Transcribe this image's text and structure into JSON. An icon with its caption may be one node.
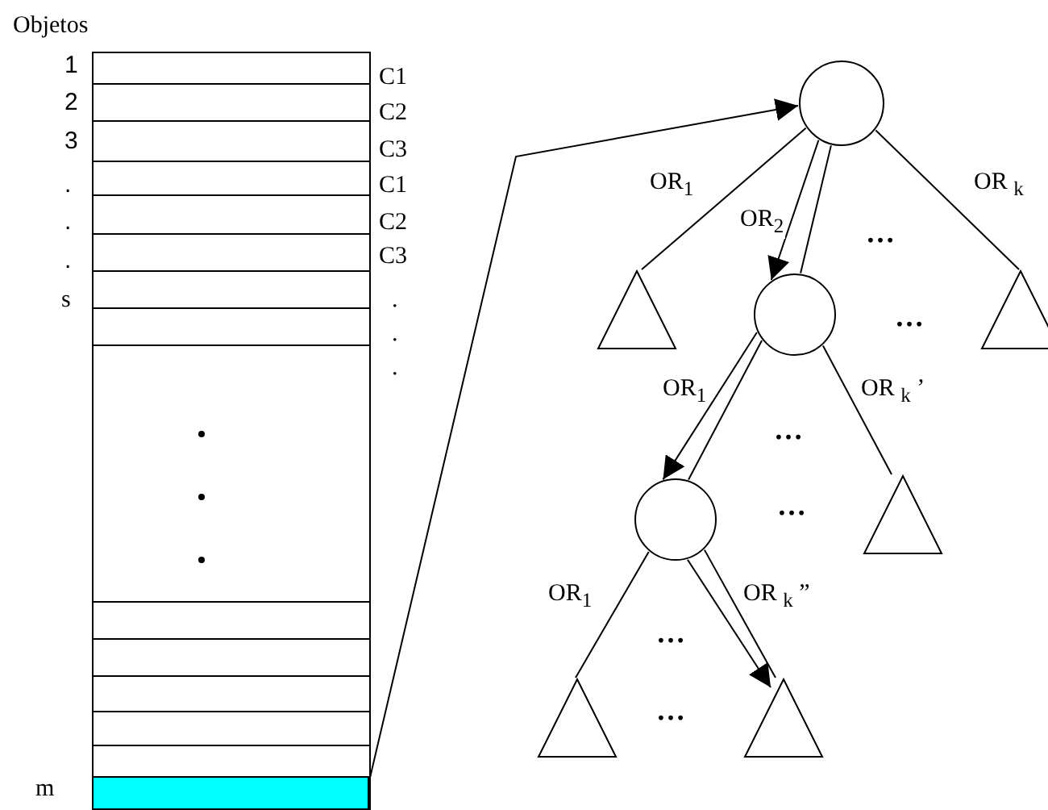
{
  "diagram": {
    "nodes": [
      {
        "text": [
          "Objetos"
        ]
      },
      {
        "text": [],
        "shape": "bar",
        "in": 0,
        "beside": [
          "m"
        ]
      },
      {
        "text": [],
        "shape": "circle"
      },
      {
        "text": [],
        "shape": "circle"
      },
      {
        "text": [],
        "shape": "circle"
      },
      {
        "text": [],
        "shape": "triangle"
      },
      {
        "text": [],
        "shape": "triangle"
      },
      {
        "text": [],
        "shape": "triangle"
      },
      {
        "text": [],
        "shape": "triangle"
      },
      {
        "text": [],
        "shape": "triangle"
      }
    ],
    "edges": [
      {
        "from": 1,
        "to": 2,
        "arrow": "to"
      },
      {
        "from": 2,
        "to": 5,
        "arrow": "none",
        "label": "OR$_{1}$"
      },
      {
        "from": 2,
        "to": 3,
        "arrow": "none"
      },
      {
        "from": 2,
        "to": 3,
        "arrow": "to",
        "label": "OR$_{2}$"
      },
      {
        "from": 2,
        "to": 6,
        "arrow": "none",
        "label": "OR $_{k}$"
      },
      {
        "from": 3,
        "to": 4,
        "arrow": "none",
        "label": "OR$_{1}$"
      },
      {
        "from": 3,
        "to": 4,
        "arrow": "to"
      },
      {
        "from": 3,
        "to": 7,
        "arrow": "none",
        "label": "OR $_{k}$ ’"
      },
      {
        "from": 4,
        "to": 8,
        "arrow": "none",
        "label": "OR$_{1}$"
      },
      {
        "from": 4,
        "to": 9,
        "arrow": "none",
        "label": "OR $_{k}$ ”"
      },
      {
        "from": 4,
        "to": 9,
        "arrow": "to"
      }
    ],
    "labels": [
      "1",
      "2",
      "3",
      ".",
      ".",
      ".",
      "s",
      "C1",
      "C2",
      "C3",
      "C1",
      "C2",
      "C3",
      ".",
      ".",
      ".",
      "…",
      "…",
      "…",
      "…",
      "…",
      "…"
    ]
  }
}
